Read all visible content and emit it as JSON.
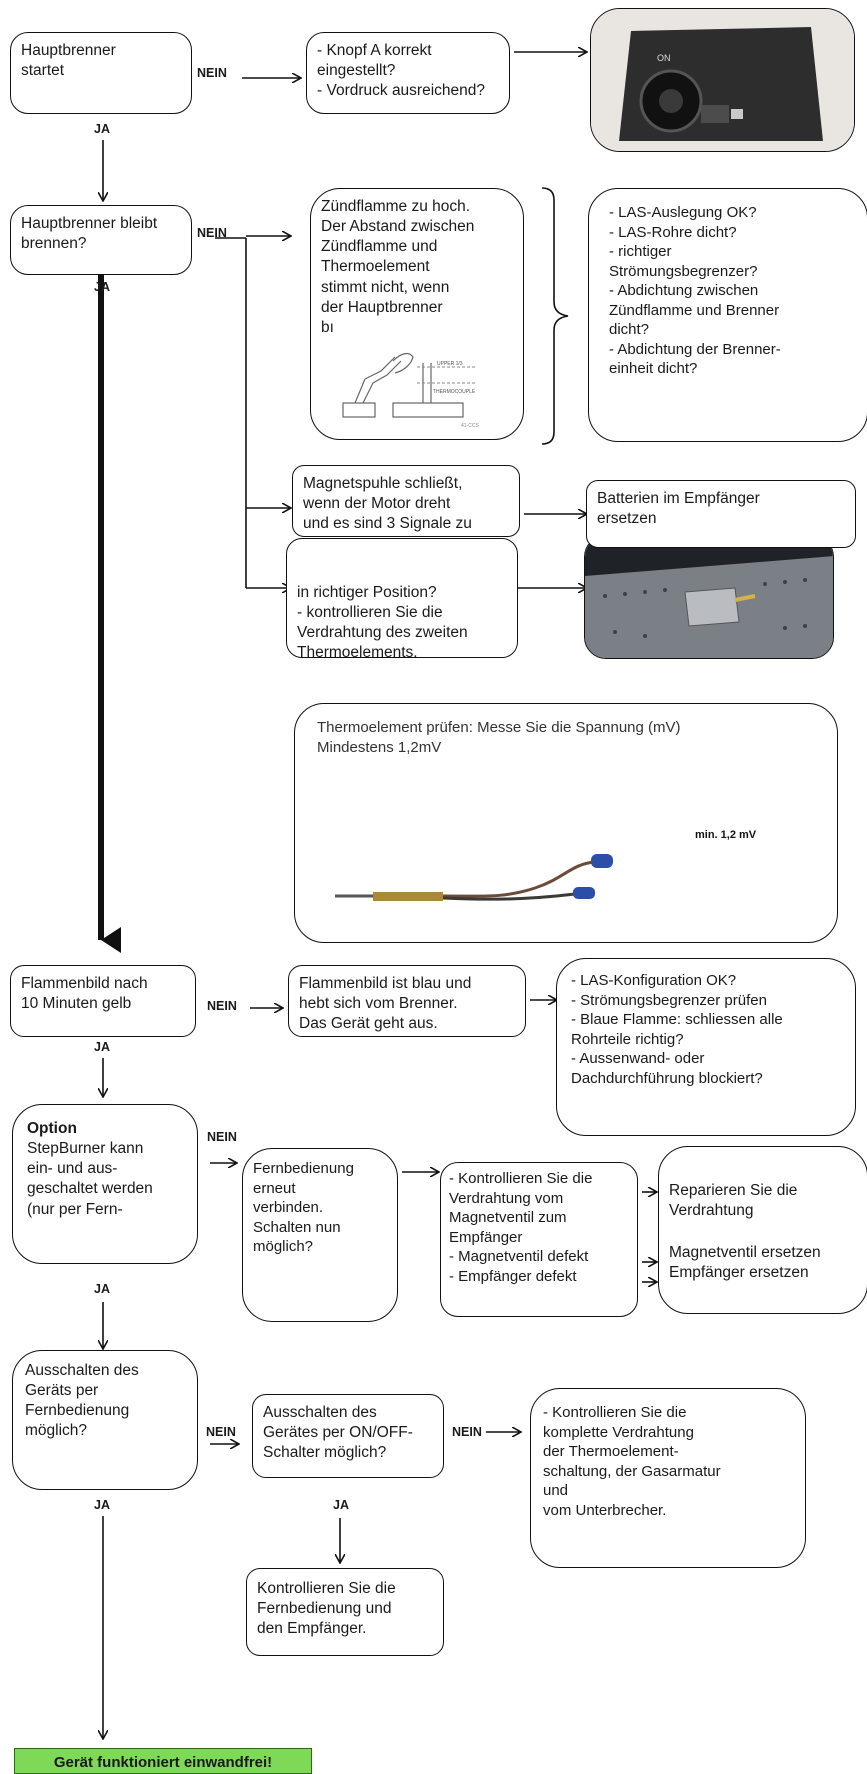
{
  "labels": {
    "yes": "JA",
    "no": "NEIN"
  },
  "steps": {
    "s1": {
      "text": "Hauptbrenner\nstartet",
      "check": "- Knopf A  korrekt\n  eingestellt?\n- Vordruck ausreichend?",
      "photo_label": "ON"
    },
    "s2": {
      "text": "Hauptbrenner bleibt\nbrennen?",
      "pilot": "Zündflamme zu hoch.\nDer Abstand zwischen\nZündflamme und\nThermoelement\nstimmt nicht, wenn\nder Hauptbrenner\nbı",
      "pilot_fig": {
        "upper": "UPPER 1/3",
        "thermo": "THERMOCOUPLE",
        "code": "41-CCS"
      },
      "las": "- LAS-Auslegung OK?\n- LAS-Rohre dicht?\n- richtiger\nStrömungsbegrenzer?\n- Abdichtung zwischen\n  Zündflamme und Brenner\n  dicht?\n- Abdichtung der Brenner-\n  einheit dicht?",
      "magnet": "Magnetspuhle schließt,\nwenn der Motor dreht\nund es sind 3 Signale zu",
      "battery": "Batterien im Empfänger\nersetzen",
      "thermo2": "in richtiger Position?\n- kontrollieren Sie die\nVerdrahtung des zweiten\nThermoelements.",
      "measure": "Thermoelement prüfen: Messe Sie die Spannung (mV)\nMindestens 1,2mV",
      "measure_value": "min. 1,2 mV"
    },
    "s3": {
      "text": "Flammenbild nach\n10 Minuten gelb",
      "check": "Flammenbild ist blau und\nhebt sich vom Brenner.\nDas Gerät geht aus.",
      "las": "- LAS-Konfiguration OK?\n- Strömungsbegrenzer prüfen\n- Blaue Flamme: schliessen alle\n  Rohrteile richtig?\n- Aussenwand- oder\n  Dachdurchführung blockiert?"
    },
    "s4": {
      "title": "Option",
      "text": "StepBurner kann\nein- und aus-\ngeschaltet werden\n(nur per Fern-",
      "remote": "Fernbedienung\nerneut\nverbinden.\nSchalten nun\nmöglich?",
      "wiring": "- Kontrollieren Sie die\n  Verdrahtung vom\n  Magnetventil zum\n  Empfänger\n- Magnetventil defekt\n- Empfänger defekt",
      "repair": "Reparieren Sie die\nVerdrahtung",
      "replace": "Magnetventil ersetzen\nEmpfänger ersetzen"
    },
    "s5": {
      "text": "Ausschalten des\nGeräts per\nFernbedienung\nmöglich?",
      "onoff": "Ausschalten des\nGerätes per ON/OFF-\nSchalter möglich?",
      "full": "- Kontrollieren Sie die\n  komplette Verdrahtung\n  der Thermoelement-\n  schaltung, der Gasarmatur\nund\n  vom Unterbrecher.",
      "remote_check": "Kontrollieren Sie die\nFernbedienung und\nden Empfänger."
    },
    "final": "Gerät funktioniert einwandfrei!"
  },
  "colors": {
    "final_bg": "#7ed957",
    "line": "#111111"
  }
}
